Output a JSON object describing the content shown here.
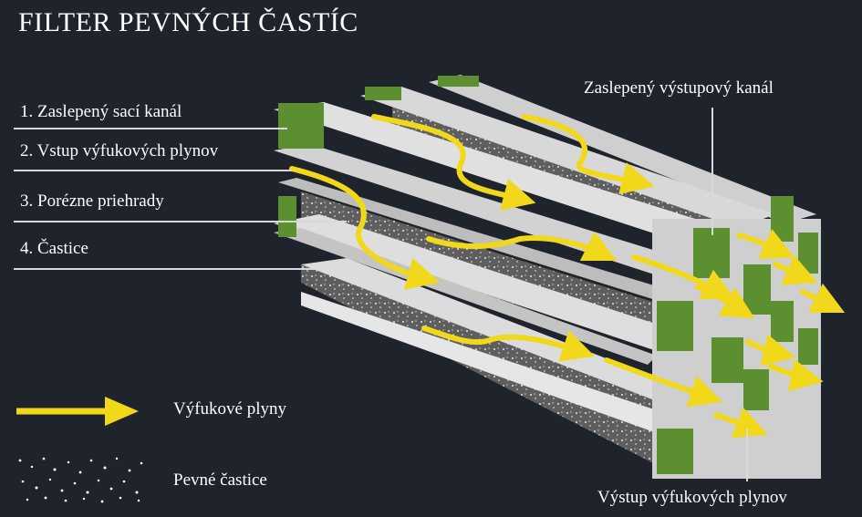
{
  "title": "FILTER PEVNÝCH ČASTÍC",
  "labels": {
    "item1": "1. Zaslepený sací kanál",
    "item2": "2. Vstup výfukových plynov",
    "item3": "3. Porézne priehrady",
    "item4": "4. Častice",
    "outlet_blocked": "Zaslepený výstupový kanál",
    "outlet": "Výstup výfukových plynov"
  },
  "legend": {
    "gas": "Výfukové plyny",
    "particles": "Pevné častice"
  },
  "colors": {
    "background": "#1f232b",
    "wall": "#d4d4d4",
    "plug": "#5c8f2f",
    "arrow": "#f2d81a",
    "porous": "#6e6e6e"
  }
}
